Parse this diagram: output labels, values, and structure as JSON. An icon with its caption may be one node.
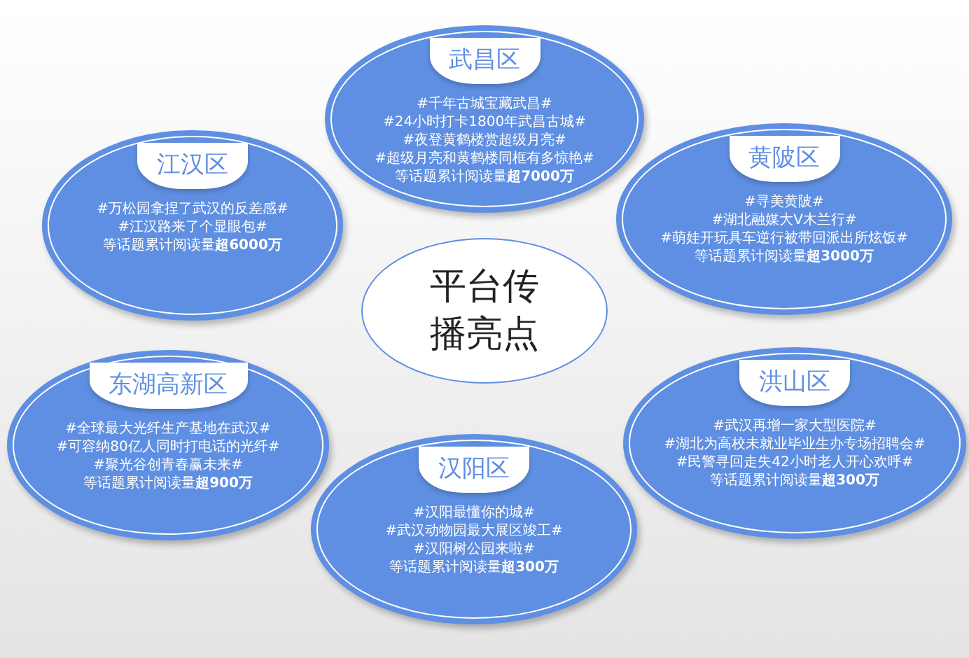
{
  "diagram": {
    "nodes": [
      {
        "text": [
          "武昌区",
          "#千年古城宝藏武昌#",
          "#24小时打卡1800年武昌古城#",
          "#夜登黄鹤楼赏超级月亮#",
          "#超级月亮和黄鹤楼同框有多惊艳#",
          "等话题累计阅读量**超7000万**"
        ]
      },
      {
        "text": [
          "江汉区",
          "#万松园拿捏了武汉的反差感#",
          "#江汉路来了个显眼包#",
          "等话题累计阅读量**超6000万**"
        ]
      },
      {
        "text": [
          "黄陂区",
          "#寻美黄陂#",
          "#湖北融媒大V木兰行#",
          "#萌娃开玩具车逆行被带回派出所炫饭#",
          "等话题累计阅读量**超3000万**"
        ]
      },
      {
        "text": [
          "平台传播亮点"
        ]
      },
      {
        "text": [
          "东湖高新区",
          "#全球最大光纤生产基地在武汉#",
          "#可容纳80亿人同时打电话的光纤#",
          "#聚光谷创青春赢未来#",
          "等话题累计阅读量**超900万**"
        ]
      },
      {
        "text": [
          "洪山区",
          "#武汉再增一家大型医院#",
          "#湖北为高校未就业毕业生办专场招聘会#",
          "#民警寻回走失42小时老人开心欢呼#",
          "等话题累计阅读量**超300万**"
        ]
      },
      {
        "text": [
          "汉阳区",
          "#汉阳最懂你的城#",
          "#武汉动物园最大展区竣工#",
          "#汉阳树公园来啦#",
          "等话题累计阅读量**超300万**"
        ]
      }
    ]
  }
}
